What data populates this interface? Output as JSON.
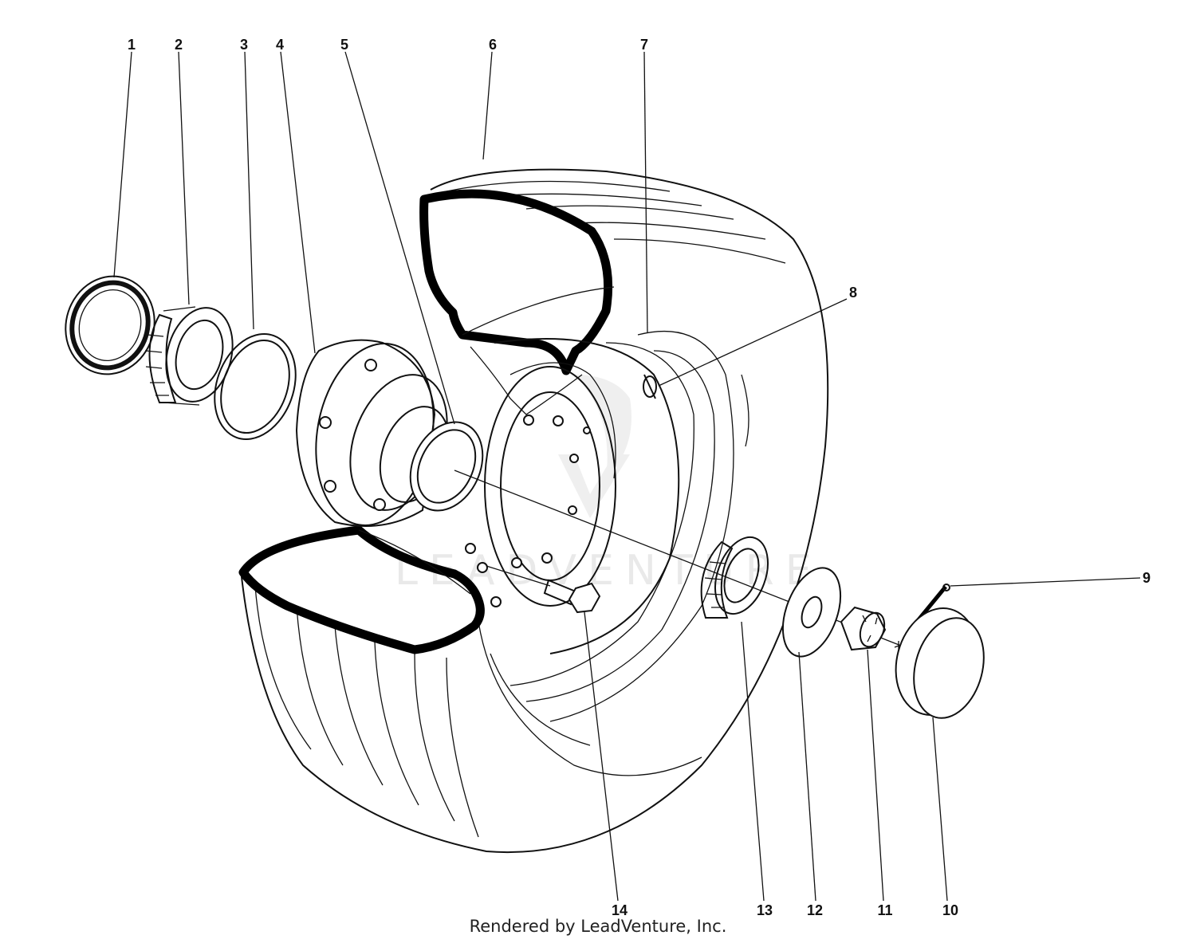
{
  "callouts": [
    "1",
    "2",
    "3",
    "4",
    "5",
    "6",
    "7",
    "8",
    "9",
    "10",
    "11",
    "12",
    "13",
    "14"
  ],
  "footer": "Rendered by LeadVenture, Inc.",
  "watermark": "LEADVENTURE",
  "colors": {
    "line": "#111111",
    "background": "#ffffff",
    "watermark": "#e9e9e9"
  }
}
